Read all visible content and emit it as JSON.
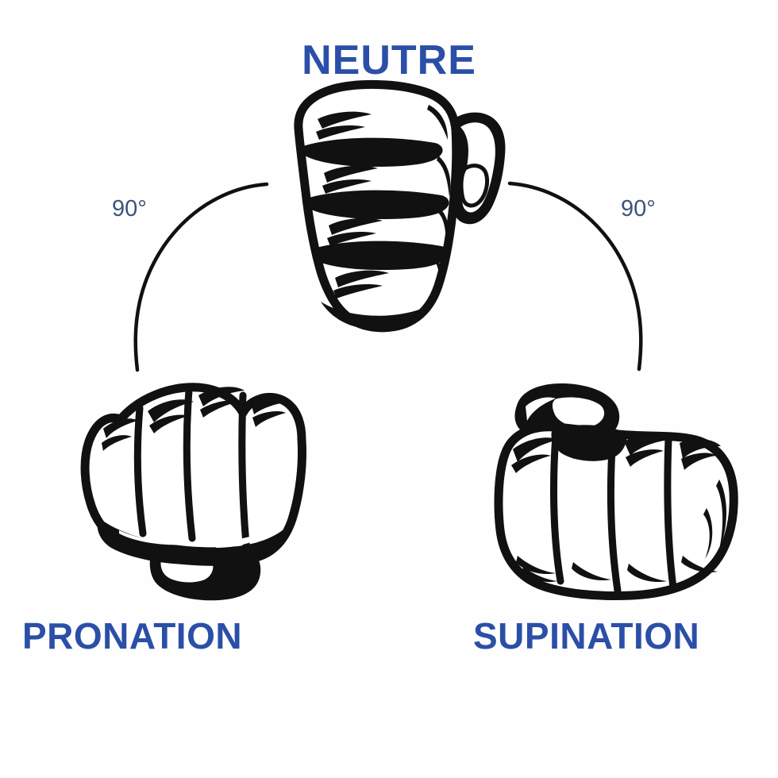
{
  "diagram": {
    "title_center": "NEUTRE",
    "title_left": "PRONATION",
    "title_right": "SUPINATION",
    "angle_left": "90°",
    "angle_right": "90°",
    "background_color": "#fefefe",
    "title_color": "#2b4fa7",
    "angle_color": "#3e5379",
    "line_color": "#111111"
  },
  "figures": {
    "center": {
      "name": "neutral-fist",
      "caption": "NEUTRE",
      "description": "closed fist seen from the thumb side, fingers stacked vertically, thumb wrapping on the right"
    },
    "left": {
      "name": "pronated-fist",
      "caption": "PRONATION",
      "description": "closed fist seen knuckles-forward, thumb tucked below"
    },
    "right": {
      "name": "supinated-fist",
      "caption": "SUPINATION",
      "description": "closed fist seen palm-side, thumb on the upper left"
    }
  },
  "arcs": {
    "left": {
      "name": "rotation-arc-left",
      "angle": "90°"
    },
    "right": {
      "name": "rotation-arc-right",
      "angle": "90°"
    }
  }
}
